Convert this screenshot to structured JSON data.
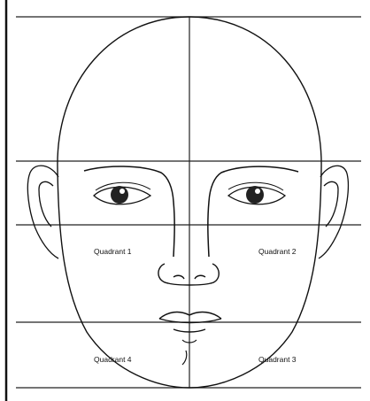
{
  "diagram": {
    "quadrants": [
      {
        "id": "q1",
        "label": "Quadrant 1"
      },
      {
        "id": "q2",
        "label": "Quadrant 2"
      },
      {
        "id": "q3",
        "label": "Quadrant 3"
      },
      {
        "id": "q4",
        "label": "Quadrant 4"
      }
    ],
    "colors": {
      "line": "#111111",
      "background": "#ffffff"
    }
  }
}
